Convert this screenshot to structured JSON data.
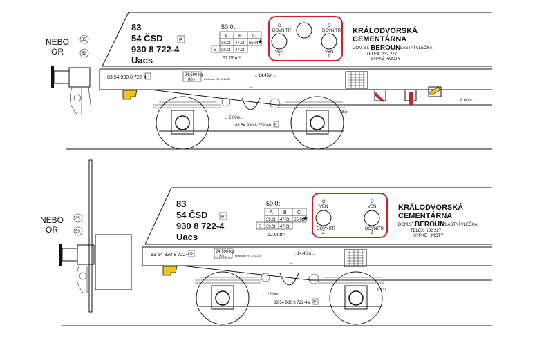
{
  "side_labels": {
    "nebo": "NEBO",
    "or": "OR",
    "disc_a": "35",
    "disc_b": "59"
  },
  "panels": [
    {
      "id": "top",
      "reg": [
        "83",
        "54 ČSD",
        "930 8 722-4",
        "Uacs"
      ],
      "p_mark": "P",
      "capacity": "50.0t",
      "grid_cols": [
        "A",
        "B",
        "C"
      ],
      "grid_row1": [
        "39.0t",
        "47.0t",
        "55.0t"
      ],
      "grid_row2_s": "S",
      "grid_row2": [
        "39.0t",
        "47.0t"
      ],
      "star": "★",
      "volume": "52.00m³",
      "hatch_top_left": "DOVNITŘ",
      "hatch_top_right": "DOVNITŘ",
      "hatch_bottom_left": "VEN",
      "hatch_bottom_right": "VEN",
      "hatch_top_left_o": "O",
      "hatch_top_right_o": "O",
      "hatch_bottom_left_z": "Z",
      "hatch_bottom_right_z": "Z",
      "company1": "KRÁLODVORSKÁ",
      "company2": "CEMENTÁRNA",
      "dom_st": "DOM.ST.",
      "city": "BEROUN",
      "siding": "VLASTNÍ VLEČKA",
      "telex": "TELEX:  132  227",
      "cargo": "SYPKÉ   HMOTY",
      "frame_number": "83 54 930 8 722-4",
      "frame_weight_top": "24,590 kg",
      "frame_weight_bottom": "80.-",
      "frame_note": "Hrdbrzec R1, 0-10.80",
      "length": "←14.45m→",
      "bogie_dist": "←2.00m→",
      "bogie_number": "83 54 930 8 722-4b",
      "bogie_p": "P",
      "bogie_mark": "(08V)",
      "dist_right": "←8.00m→"
    },
    {
      "id": "bottom",
      "reg": [
        "83",
        "54 ČSD",
        "930 8 722-4",
        "Uacs"
      ],
      "p_mark": "P",
      "capacity": "50.0t",
      "grid_cols": [
        "A",
        "B",
        "C"
      ],
      "grid_row1": [
        "39.0t",
        "47.0t",
        "55.0t"
      ],
      "grid_row2_s": "S",
      "grid_row2": [
        "39.0t",
        "47.0t"
      ],
      "star": "★",
      "volume": "52.00m³",
      "hatch_top_left": "VEN",
      "hatch_top_right": "VEN",
      "hatch_bottom_left": "DOVNITŘ",
      "hatch_bottom_right": "DOVNITŘ",
      "hatch_top_left_o": "O",
      "hatch_top_right_o": "O",
      "hatch_bottom_left_z": "Z",
      "hatch_bottom_right_z": "Z",
      "company1": "KRÁLODVORSKÁ",
      "company2": "CEMENTÁRNA",
      "dom_st": "DOM.ST.",
      "city": "BEROUN",
      "siding": "VLASTNÍ VLEČKA",
      "telex": "TELEX:  132  227",
      "cargo": "SYPKÉ   HMOTY",
      "frame_number": "83 54 930 8 722-4",
      "frame_weight_top": "24,590 kg",
      "frame_weight_bottom": "80.-",
      "frame_note": "Hrdbrzec R1, 0-10.80",
      "length": "←14.45m→",
      "bogie_dist": "←2.00m→",
      "bogie_number": "83 54 930 8 722-4a",
      "bogie_p": "P",
      "bogie_mark": "(08V)"
    }
  ],
  "colors": {
    "highlight": "#d0202a",
    "hook": "#f0c419",
    "lever": "#c0232a"
  }
}
